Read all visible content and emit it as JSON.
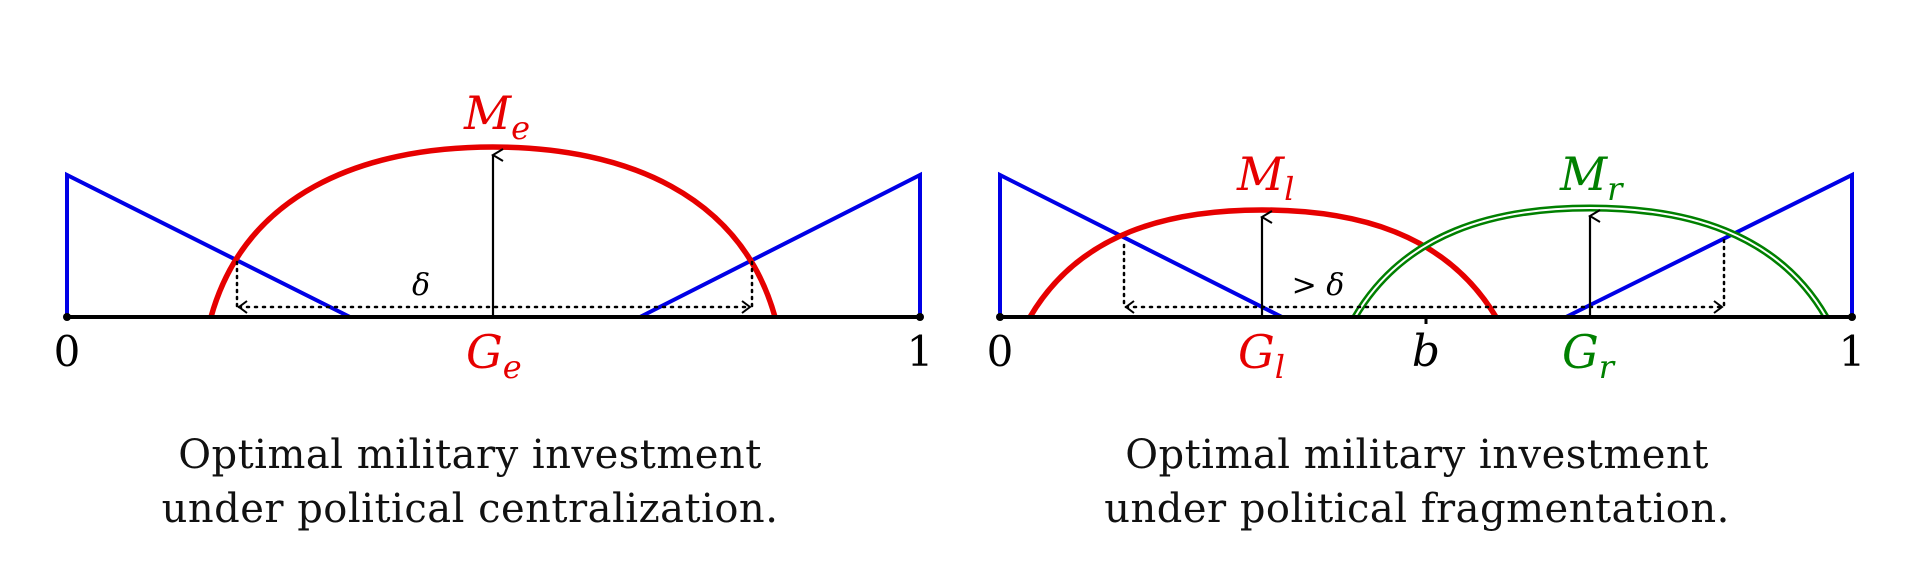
{
  "colors": {
    "axis": "#000000",
    "blue": "#0000e6",
    "red": "#e60000",
    "green": "#008000",
    "black": "#000000"
  },
  "panels": [
    {
      "id": "centralization",
      "labels": {
        "zero": "0",
        "one": "1",
        "m_letter": "M",
        "m_sub": "e",
        "g_letter": "G",
        "g_sub": "e",
        "delta": "δ"
      },
      "caption": [
        "Optimal military investment",
        "under political centralization."
      ]
    },
    {
      "id": "fragmentation",
      "labels": {
        "zero": "0",
        "one": "1",
        "ml_letter": "M",
        "ml_sub": "l",
        "mr_letter": "M",
        "mr_sub": "r",
        "gl_letter": "G",
        "gl_sub": "l",
        "gr_letter": "G",
        "gr_sub": "r",
        "b": "b",
        "gt_delta": "> δ"
      },
      "caption": [
        "Optimal military investment",
        "under political fragmentation."
      ]
    }
  ]
}
